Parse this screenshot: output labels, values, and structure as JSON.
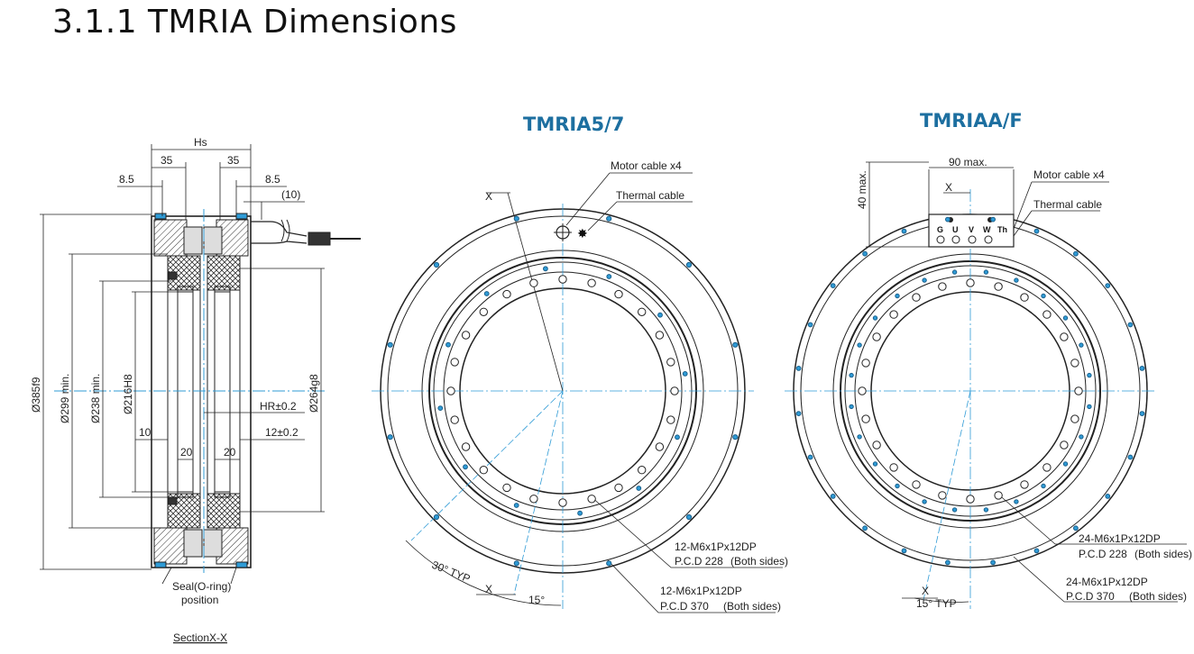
{
  "page_title": "3.1.1  TMRIA Dimensions",
  "section": {
    "caption": "SectionX-X",
    "seal_label_1": "Seal(O-ring)",
    "seal_label_2": "position",
    "hs_label": "Hs",
    "hr_label": "HR±0.2",
    "dims": {
      "w35_left": "35",
      "w35_right": "35",
      "d85_left": "8.5",
      "d85_right": "8.5",
      "d10_paren": "(10)",
      "od": "Ø385f9",
      "d299": "Ø299 min.",
      "d238": "Ø238 min.",
      "d216": "Ø216H8",
      "d264": "Ø264g8",
      "d10": "10",
      "d20a": "20",
      "d20b": "20",
      "d12": "12±0.2"
    }
  },
  "view1": {
    "title": "TMRIA5/7",
    "motor_cable": "Motor cable x4",
    "thermal_cable": "Thermal cable",
    "x_top": "X",
    "x_bottom": "X",
    "angle_typ": "30° TYP",
    "angle_15": "15°",
    "callout1_line1": "12-M6x1Px12DP",
    "callout1_line2": "P.C.D 228",
    "callout1_sides": "(Both sides)",
    "callout2_line1": "12-M6x1Px12DP",
    "callout2_line2": "P.C.D  370",
    "callout2_sides": "(Both sides)"
  },
  "view2": {
    "title": "TMRIAA/F",
    "max90": "90 max.",
    "max40": "40 max.",
    "motor_cable": "Motor cable x4",
    "thermal_cable": "Thermal cable",
    "x_top": "X",
    "x_bottom": "X",
    "angle_typ": "15° TYP",
    "terminals": [
      "G",
      "U",
      "V",
      "W",
      "Th"
    ],
    "callout1_line1": "24-M6x1Px12DP",
    "callout1_line2": "P.C.D 228",
    "callout1_sides": "(Both sides)",
    "callout2_line1": "24-M6x1Px12DP",
    "callout2_line2": "P.C.D  370",
    "callout2_sides": "(Both sides)"
  },
  "colors": {
    "title_blue": "#1d6fa0",
    "hole_blue": "#2f9bd6",
    "line": "#222222"
  }
}
